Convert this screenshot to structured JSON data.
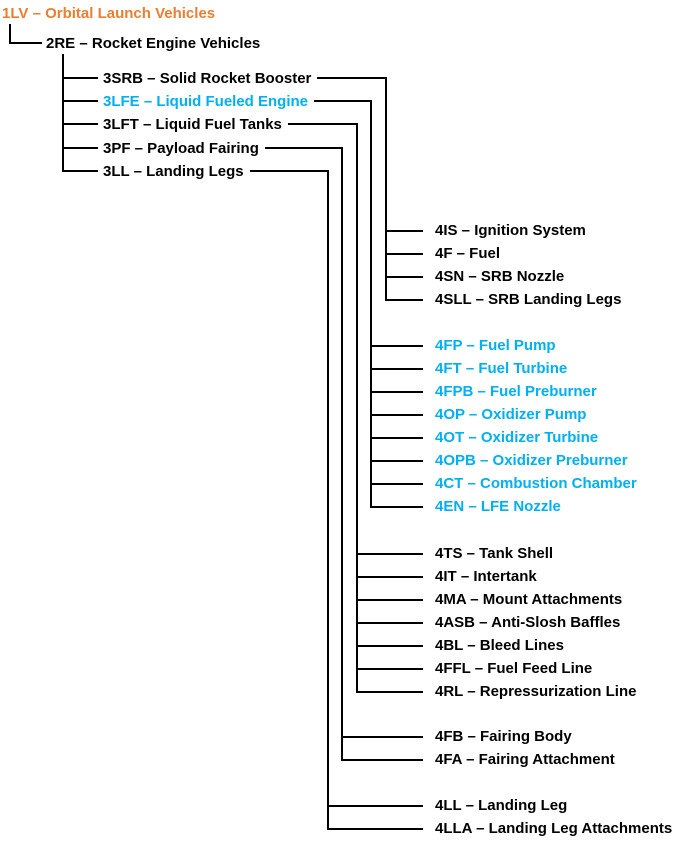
{
  "colors": {
    "orange": "#ED7D31",
    "cyan": "#00B0F0",
    "line": "#000000"
  },
  "tree": {
    "root": {
      "label": "1LV – Orbital Launch Vehicles",
      "highlight": "orange"
    },
    "level2": {
      "label": "2RE – Rocket Engine Vehicles"
    },
    "level3": [
      {
        "label": "3SRB – Solid Rocket Booster"
      },
      {
        "label": "3LFE – Liquid Fueled Engine",
        "highlight": "cyan"
      },
      {
        "label": "3LFT – Liquid Fuel Tanks"
      },
      {
        "label": "3PF – Payload Fairing"
      },
      {
        "label": "3LL – Landing Legs"
      }
    ],
    "level4_groups": [
      {
        "parent": "3SRB",
        "items": [
          "4IS – Ignition System",
          "4F – Fuel",
          "4SN – SRB Nozzle",
          "4SLL – SRB Landing Legs"
        ]
      },
      {
        "parent": "3LFE",
        "highlight": "cyan",
        "items": [
          "4FP – Fuel Pump",
          "4FT – Fuel Turbine",
          "4FPB – Fuel Preburner",
          "4OP – Oxidizer Pump",
          "4OT – Oxidizer Turbine",
          "4OPB – Oxidizer Preburner",
          "4CT – Combustion Chamber",
          "4EN – LFE Nozzle"
        ]
      },
      {
        "parent": "3LFT",
        "items": [
          "4TS – Tank Shell",
          "4IT – Intertank",
          "4MA – Mount Attachments",
          "4ASB – Anti-Slosh Baffles",
          "4BL – Bleed Lines",
          "4FFL – Fuel Feed Line",
          "4RL – Repressurization Line"
        ]
      },
      {
        "parent": "3PF",
        "items": [
          "4FB – Fairing Body",
          "4FA – Fairing Attachment"
        ]
      },
      {
        "parent": "3LL",
        "items": [
          "4LL – Landing Leg",
          "4LLA – Landing Leg Attachments"
        ]
      }
    ]
  }
}
